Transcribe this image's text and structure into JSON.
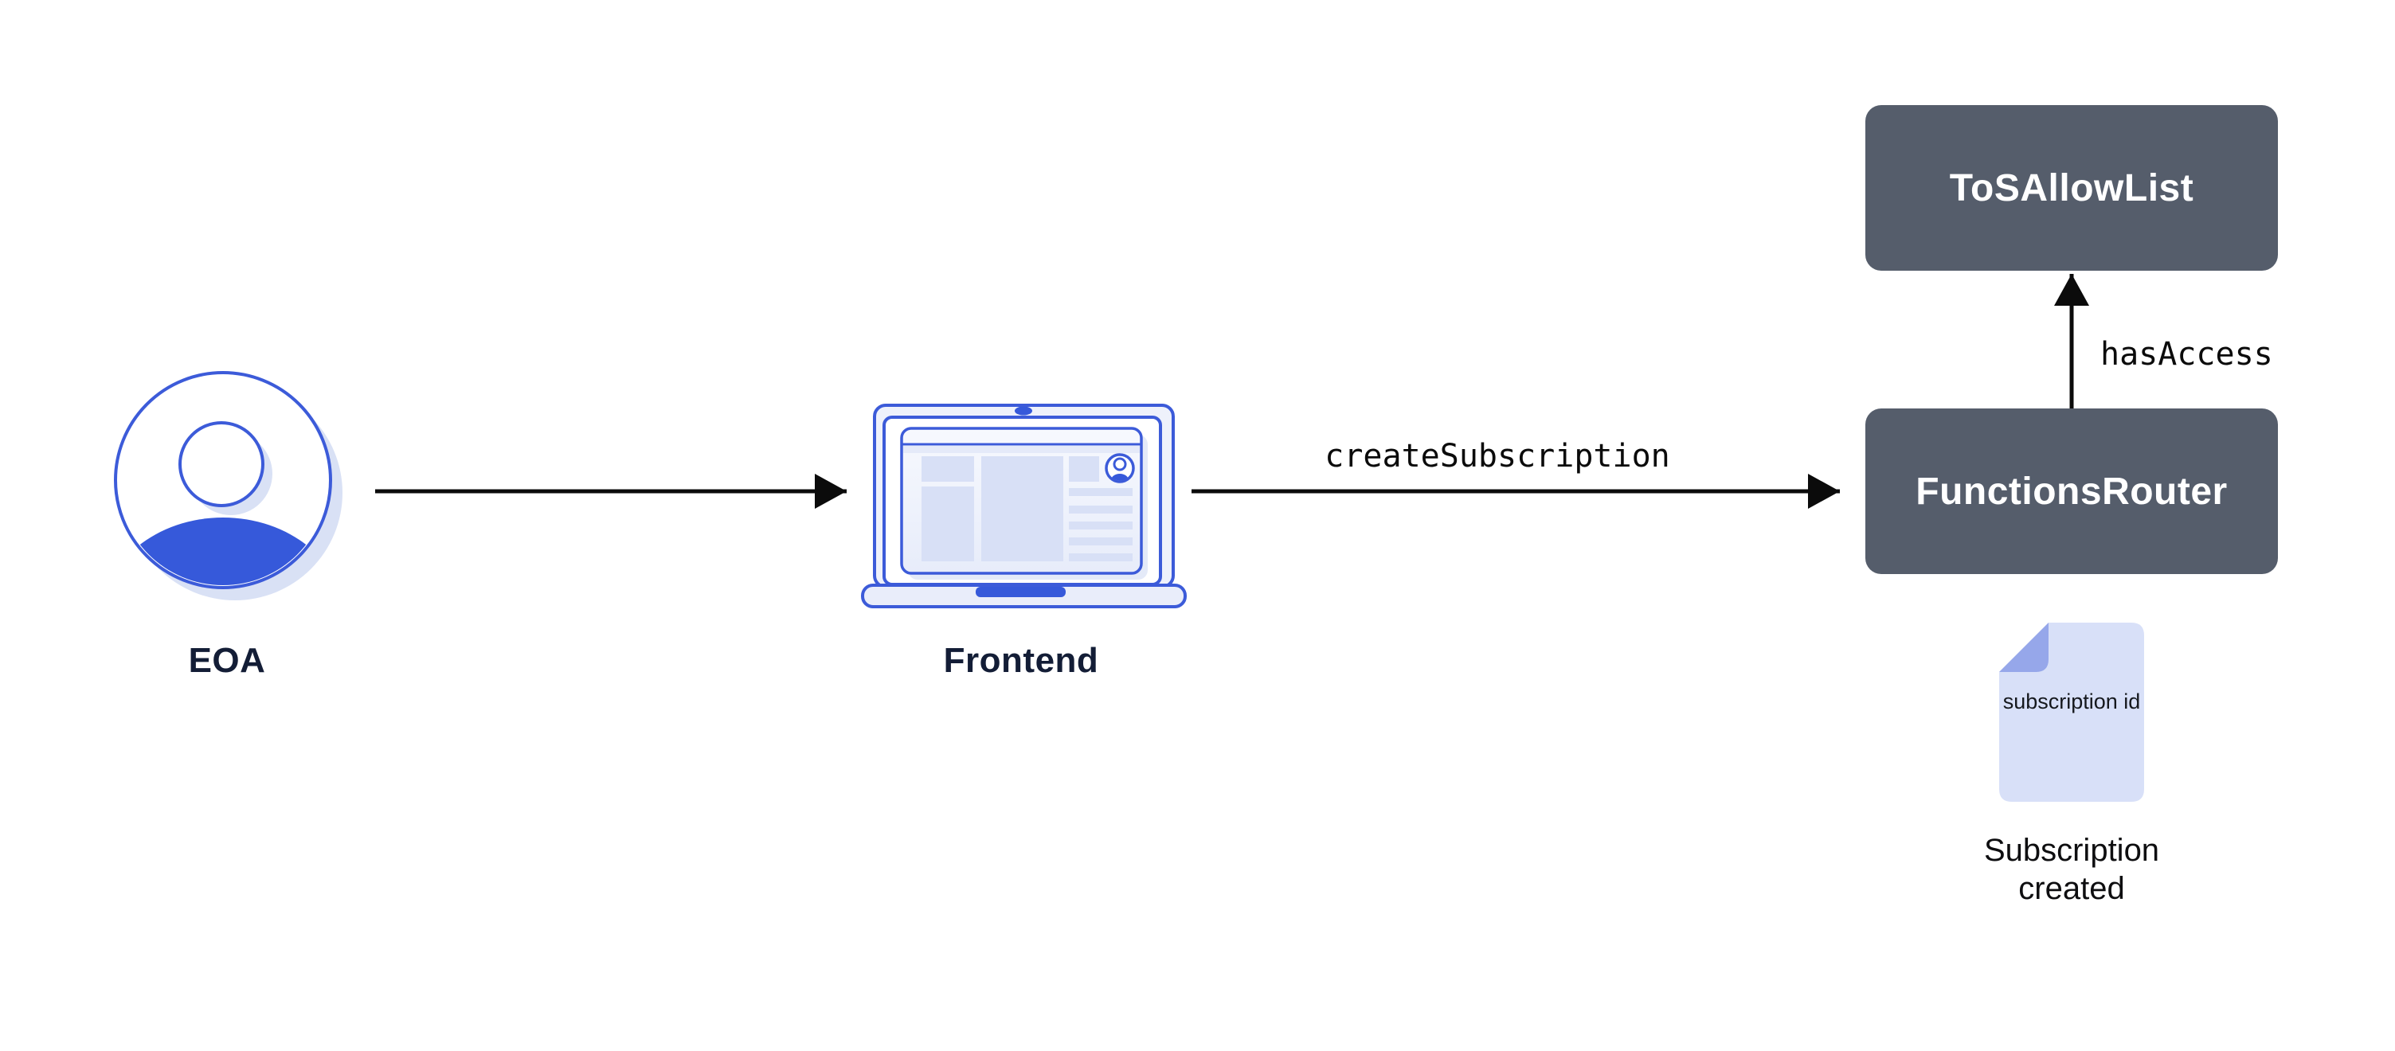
{
  "page": {
    "background": "#ffffff"
  },
  "nodes": {
    "eoa": {
      "label": "EOA",
      "icon": "user-avatar-icon"
    },
    "frontend": {
      "label": "Frontend",
      "icon": "laptop-icon"
    },
    "functions_router": {
      "label": "FunctionsRouter"
    },
    "tos_allow_list": {
      "label": "ToSAllowList"
    }
  },
  "edges": {
    "frontend_to_router": {
      "label": "createSubscription"
    },
    "router_to_tos": {
      "label": "hasAccess"
    }
  },
  "artifact": {
    "document_label": "subscription id",
    "caption": "Subscription created"
  },
  "colors": {
    "accent_blue": "#3c5bd9",
    "fill_blue": "#3659da",
    "lavender": "#d8e0f6",
    "lavender_soft": "#e9edfa",
    "fold_blue": "#96a7ea",
    "slate_box": "#555d6b",
    "navy_text": "#131d36",
    "arrow_black": "#0b0b0b"
  }
}
